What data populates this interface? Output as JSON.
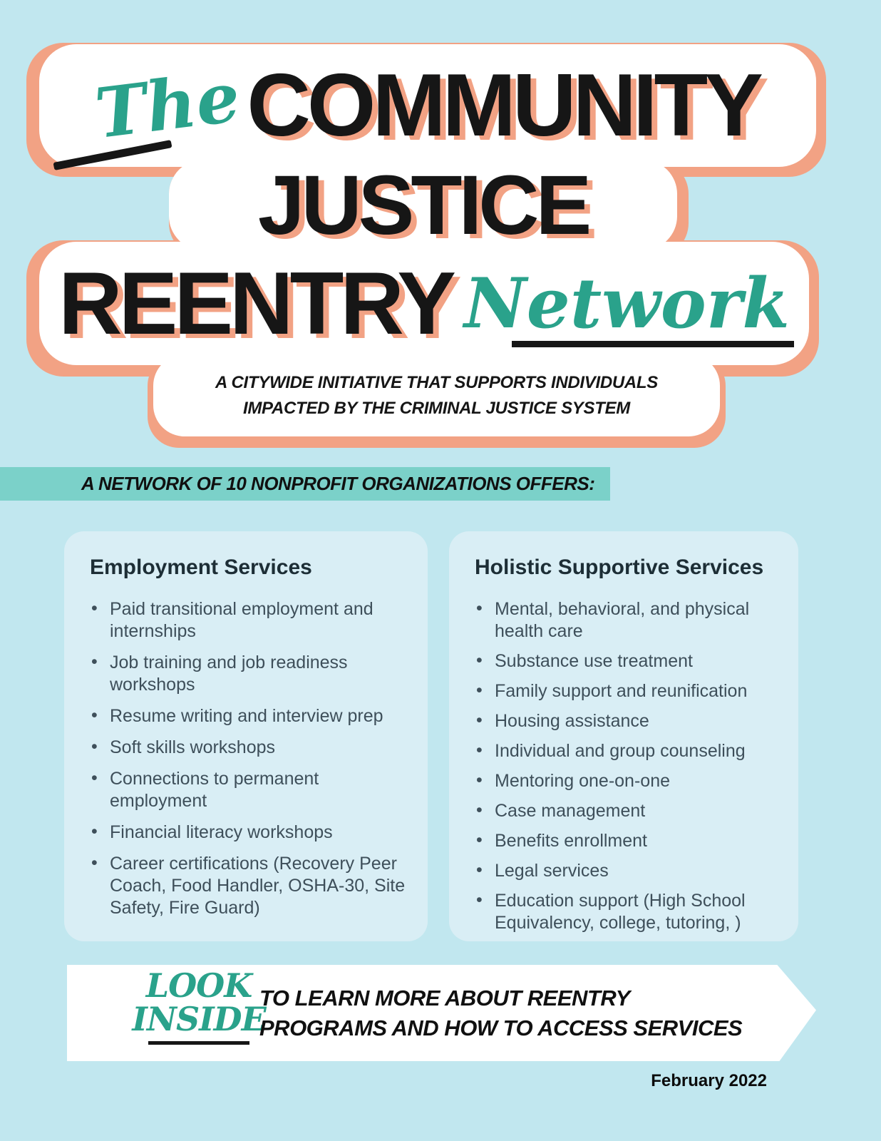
{
  "title": {
    "prefix": "The",
    "word1": "COMMUNITY",
    "word2": "JUSTICE",
    "word3": "REENTRY",
    "suffix": "Network",
    "subtitle_line1": "A CITYWIDE INITIATIVE THAT SUPPORTS INDIVIDUALS",
    "subtitle_line2": "IMPACTED BY THE CRIMINAL JUSTICE SYSTEM"
  },
  "offer_banner": {
    "label": "A NETWORK OF 10 NONPROFIT ORGANIZATIONS OFFERS:"
  },
  "panels": [
    {
      "heading": "Employment Services",
      "items": [
        "Paid transitional employment and internships",
        "Job training and job readiness workshops",
        "Resume writing and interview prep",
        "Soft skills workshops",
        "Connections to permanent employment",
        "Financial literacy workshops",
        "Career certifications (Recovery Peer Coach, Food Handler, OSHA-30, Site Safety, Fire Guard)"
      ]
    },
    {
      "heading": "Holistic Supportive Services",
      "items": [
        "Mental, behavioral, and physical health care",
        "Substance use treatment",
        "Family support and reunification",
        "Housing assistance",
        "Individual and group counseling",
        "Mentoring one-on-one",
        "Case management",
        "Benefits enrollment",
        "Legal services",
        "Education support (High School Equivalency, college, tutoring, )"
      ]
    }
  ],
  "look_inside": {
    "script_line1": "LOOK",
    "script_line2": "INSIDE",
    "message_line1": "TO LEARN MORE ABOUT REENTRY",
    "message_line2": "PROGRAMS AND HOW TO ACCESS SERVICES"
  },
  "footer": {
    "date": "February 2022"
  },
  "colors": {
    "page_background": "#c1e7ef",
    "panel_background": "#d9eef5",
    "offer_banner_background": "#7bd1c9",
    "teal_text": "#2aa28b",
    "peach_shadow": "#f2a284",
    "heading_text": "#1d2e36",
    "body_text": "#3e4f5a",
    "black_text": "#161616"
  }
}
